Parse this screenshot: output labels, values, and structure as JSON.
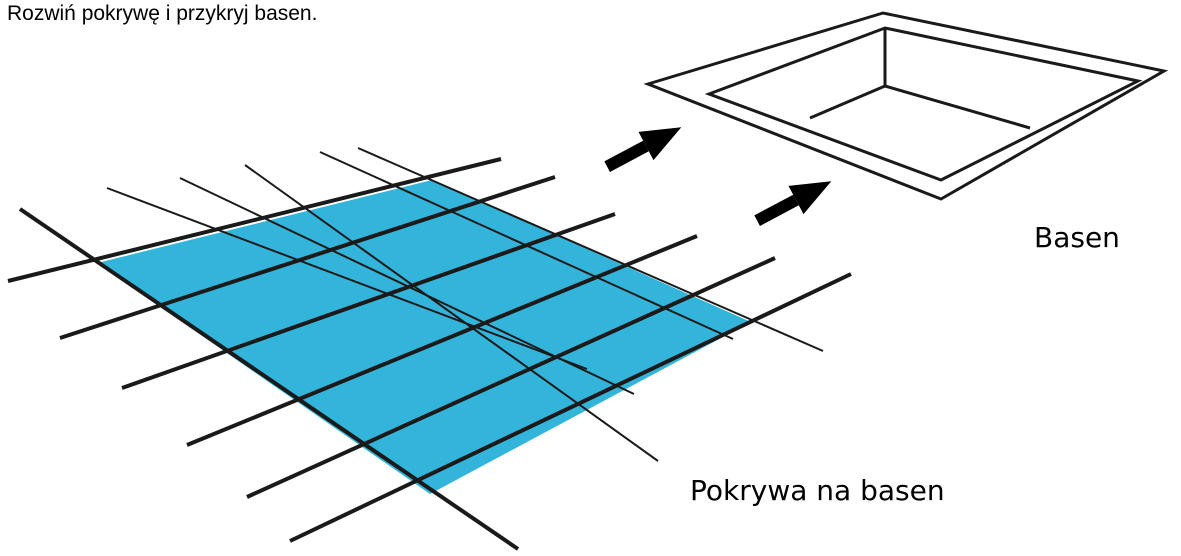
{
  "instruction": "Rozwiń pokrywę i przykryj basen.",
  "labels": {
    "pool": "Basen",
    "cover": "Pokrywa na basen"
  },
  "colors": {
    "cover_fill": "#33B5DB",
    "line": "#1a1a1a",
    "arrow": "#000000",
    "background": "#ffffff"
  },
  "icons": {
    "arrows": [
      "arrow-up-right-icon",
      "arrow-up-right-icon"
    ]
  }
}
